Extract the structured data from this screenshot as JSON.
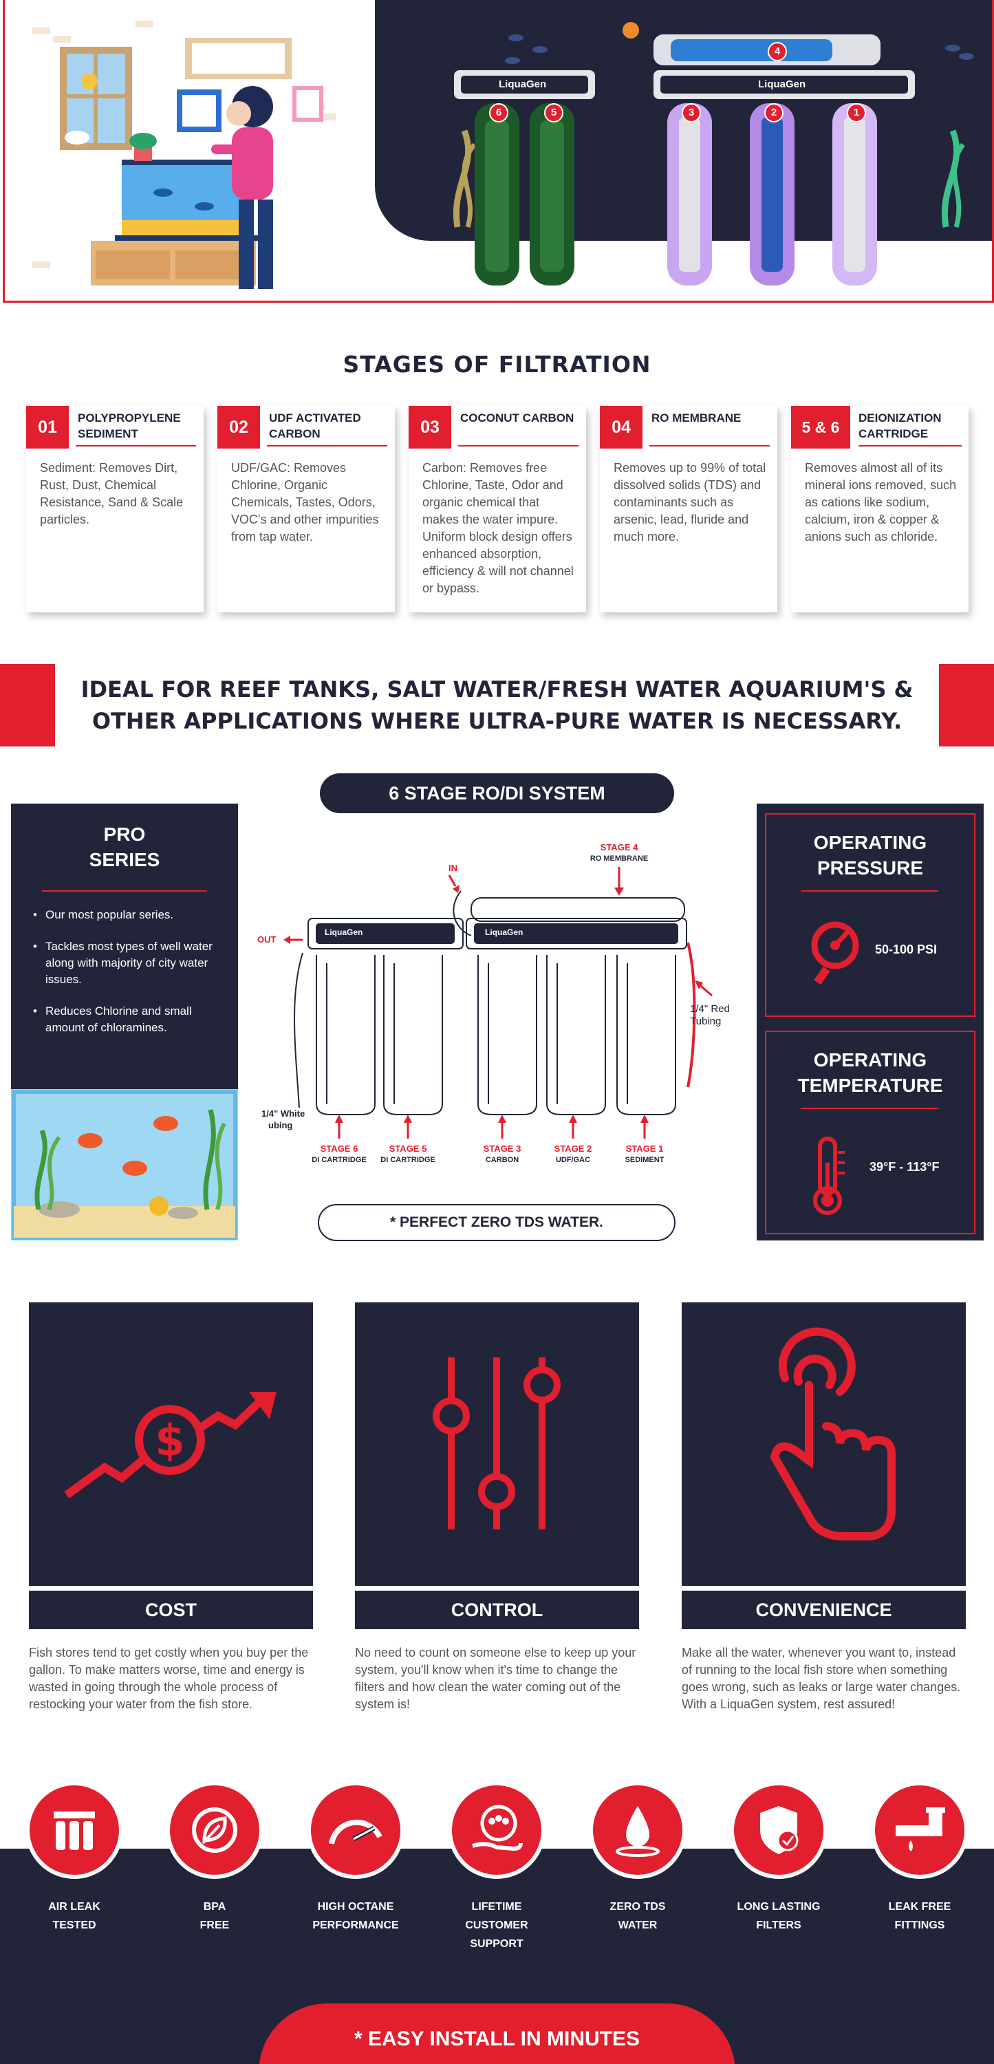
{
  "hero": {
    "brand": "LiquaGen",
    "stage_badges": [
      "6",
      "5",
      "4",
      "3",
      "2",
      "1"
    ]
  },
  "stages": {
    "title": "STAGES OF FILTRATION",
    "cards": [
      {
        "num": "01",
        "name": "Polypropylene Sediment",
        "desc": "Sediment: Removes Dirt, Rust, Dust, Chemical Resistance, Sand & Scale particles."
      },
      {
        "num": "02",
        "name": "UDF Activated Carbon",
        "desc": "UDF/GAC: Removes Chlorine, Organic Chemicals, Tastes, Odors, VOC's and other impurities from tap water."
      },
      {
        "num": "03",
        "name": "Coconut Carbon",
        "desc": "Carbon: Removes free Chlorine, Taste, Odor and organic chemical that makes the water impure. Uniform block design offers enhanced absorption, efficiency & will not channel or bypass."
      },
      {
        "num": "04",
        "name": "RO Membrane",
        "desc": "Removes up to 99% of total dissolved solids (TDS) and contaminants such as arsenic, lead, fluride and much more."
      },
      {
        "num": "5 & 6",
        "name": "Deionization Cartridge",
        "desc": "Removes almost all of its mineral ions removed, such as cations like sodium, calcium, iron & copper & anions such as chloride."
      }
    ]
  },
  "banner": {
    "line1": "IDEAL FOR REEF TANKS, SALT WATER/FRESH WATER AQUARIUM'S &",
    "line2": "OTHER APPLICATIONS WHERE ULTRA-PURE WATER IS NECESSARY."
  },
  "rodi": {
    "title": "6 STAGE RO/DI SYSTEM",
    "zero_tds": "* PERFECT ZERO TDS WATER.",
    "pro": {
      "title_line1": "PRO",
      "title_line2": "SERIES",
      "bullets": [
        "Our most popular series.",
        "Tackles most types of well water along with majority of city water issues.",
        "Reduces Chlorine and small amount of chloramines."
      ]
    },
    "operating": [
      {
        "title_line1": "OPERATING",
        "title_line2": "PRESSURE",
        "value": "50-100 PSI",
        "icon": "pressure-gauge-icon"
      },
      {
        "title_line1": "OPERATING",
        "title_line2": "TEMPERATURE",
        "value": "39°F - 113°F",
        "icon": "thermometer-icon"
      }
    ],
    "diagram": {
      "stage4": "STAGE 4",
      "stage4_sub": "RO MEMBRANE",
      "in_label": "IN",
      "out_label": "OUT",
      "white_tubing_1": "1/4\" White",
      "white_tubing_2": "ubing",
      "red_tubing_1": "1/4\" Red",
      "red_tubing_2": "Tubing",
      "stages": [
        {
          "stage": "STAGE 6",
          "sub": "DI CARTRIDGE"
        },
        {
          "stage": "STAGE 5",
          "sub": "DI CARTRIDGE"
        },
        {
          "stage": "STAGE 3",
          "sub": "CARBON"
        },
        {
          "stage": "STAGE 2",
          "sub": "UDF/GAC"
        },
        {
          "stage": "STAGE 1",
          "sub": "SEDIMENT"
        }
      ]
    }
  },
  "features": [
    {
      "label": "COST",
      "icon": "money-trend-icon",
      "text": "Fish stores tend to get costly when you buy per the gallon. To make matters worse, time and energy is wasted in going through the whole process of restocking your water from the fish store."
    },
    {
      "label": "CONTROL",
      "icon": "sliders-icon",
      "text": "No need to count on someone else to keep up your system, you'll know when it's time to change the filters and how clean the water coming out of the system is!"
    },
    {
      "label": "CONVENIENCE",
      "icon": "tap-hand-icon",
      "text": "Make all the water, whenever you want to, instead of running to the local fish store when something goes wrong, such as leaks or large water changes. With a LiquaGen system, rest assured!"
    }
  ],
  "badges": [
    {
      "line1": "AIR LEAK",
      "line2": "TESTED",
      "line3": "",
      "icon": "filter-housing-icon"
    },
    {
      "line1": "BPA",
      "line2": "FREE",
      "line3": "",
      "icon": "leaf-icon"
    },
    {
      "line1": "HIGH OCTANE",
      "line2": "PERFORMANCE",
      "line3": "",
      "icon": "speedometer-icon"
    },
    {
      "line1": "LIFETIME",
      "line2": "CUSTOMER",
      "line3": "SUPPORT",
      "icon": "support-hand-icon"
    },
    {
      "line1": "ZERO TDS",
      "line2": "WATER",
      "line3": "",
      "icon": "water-drop-icon"
    },
    {
      "line1": "LONG LASTING",
      "line2": "FILTERS",
      "line3": "",
      "icon": "shield-check-icon"
    },
    {
      "line1": "LEAK FREE",
      "line2": "FITTINGS",
      "line3": "",
      "icon": "pipe-fitting-icon"
    }
  ],
  "install": "* EASY INSTALL IN MINUTES",
  "colors": {
    "accent": "#e11f2e",
    "navy": "#22253a",
    "text_gray": "#555555"
  }
}
